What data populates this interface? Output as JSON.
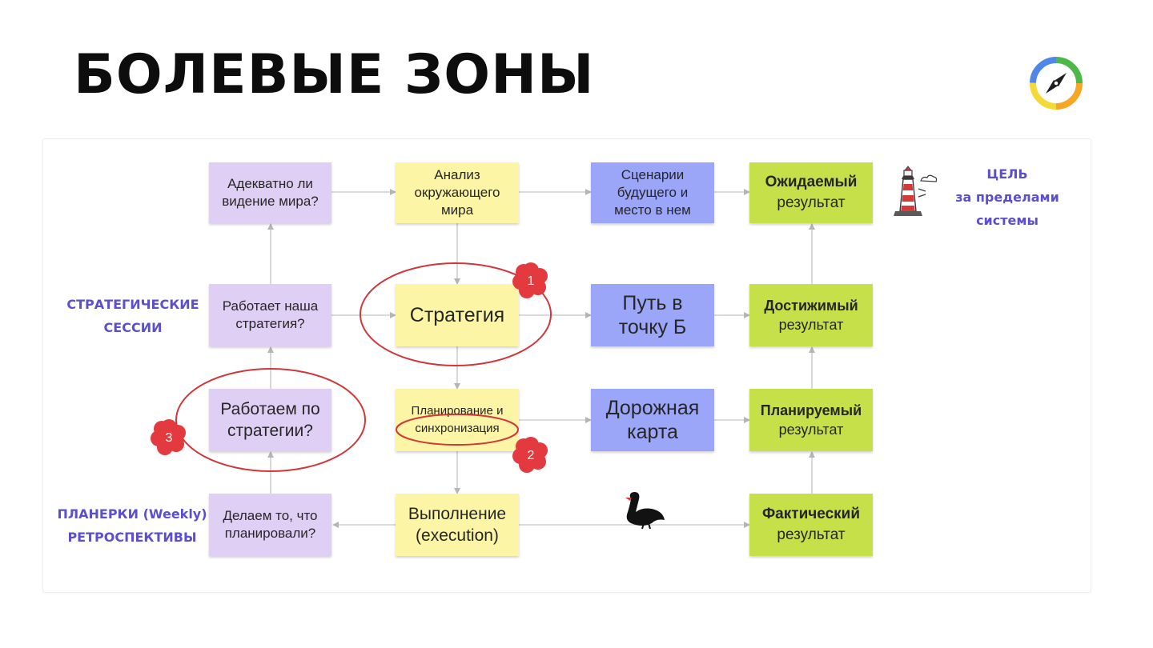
{
  "title": "БОЛЕВЫЕ ЗОНЫ",
  "logo": {
    "icon": "compass-icon"
  },
  "diagram": {
    "nodes": {
      "q_world": {
        "text": "Адекватно ли\nвидение  мира?"
      },
      "analysis": {
        "text": "Анализ\nокружающего\nмира"
      },
      "scenarios": {
        "text": "Сценарии\nбудущего и\nместо в нем"
      },
      "expected": {
        "bold": "Ожидаемый",
        "rest": "результат"
      },
      "q_strategy": {
        "text": "Работает наша\nстратегия?"
      },
      "strategy": {
        "text": "Стратегия"
      },
      "path": {
        "text": "Путь в\nточку Б"
      },
      "achievable": {
        "bold": "Достижимый",
        "rest": "результат"
      },
      "q_following": {
        "text": "Работаем по\nстратегии?"
      },
      "planning": {
        "text": "Планирование  и\nсинхронизация"
      },
      "roadmap": {
        "text": "Дорожная\nкарта"
      },
      "planned": {
        "bold": "Планируемый",
        "rest": "результат"
      },
      "q_done": {
        "text": "Делаем то, что\nпланировали?"
      },
      "execution": {
        "text": "Выполнение\n(execution)"
      },
      "actual": {
        "bold": "Фактический",
        "rest": "результат"
      }
    },
    "notes": {
      "goal": "ЦЕЛЬ\nза пределами\nсистемы",
      "strategic_sessions": "СТРАТЕГИЧЕСКИЕ\nСЕССИИ",
      "meetings": "ПЛАНЕРКИ (Weekly)\nРЕТРОСПЕКТИВЫ"
    },
    "badges": {
      "b1": "1",
      "b2": "2",
      "b3": "3"
    },
    "icons": {
      "lighthouse": "lighthouse-icon",
      "swan": "black-swan-icon"
    },
    "colors": {
      "purple": "#e0cff4",
      "yellow": "#fdf5a6",
      "blue": "#9ba6f9",
      "green": "#c6e04a",
      "highlight": "#d1363a",
      "note": "#5a4fcf"
    }
  }
}
